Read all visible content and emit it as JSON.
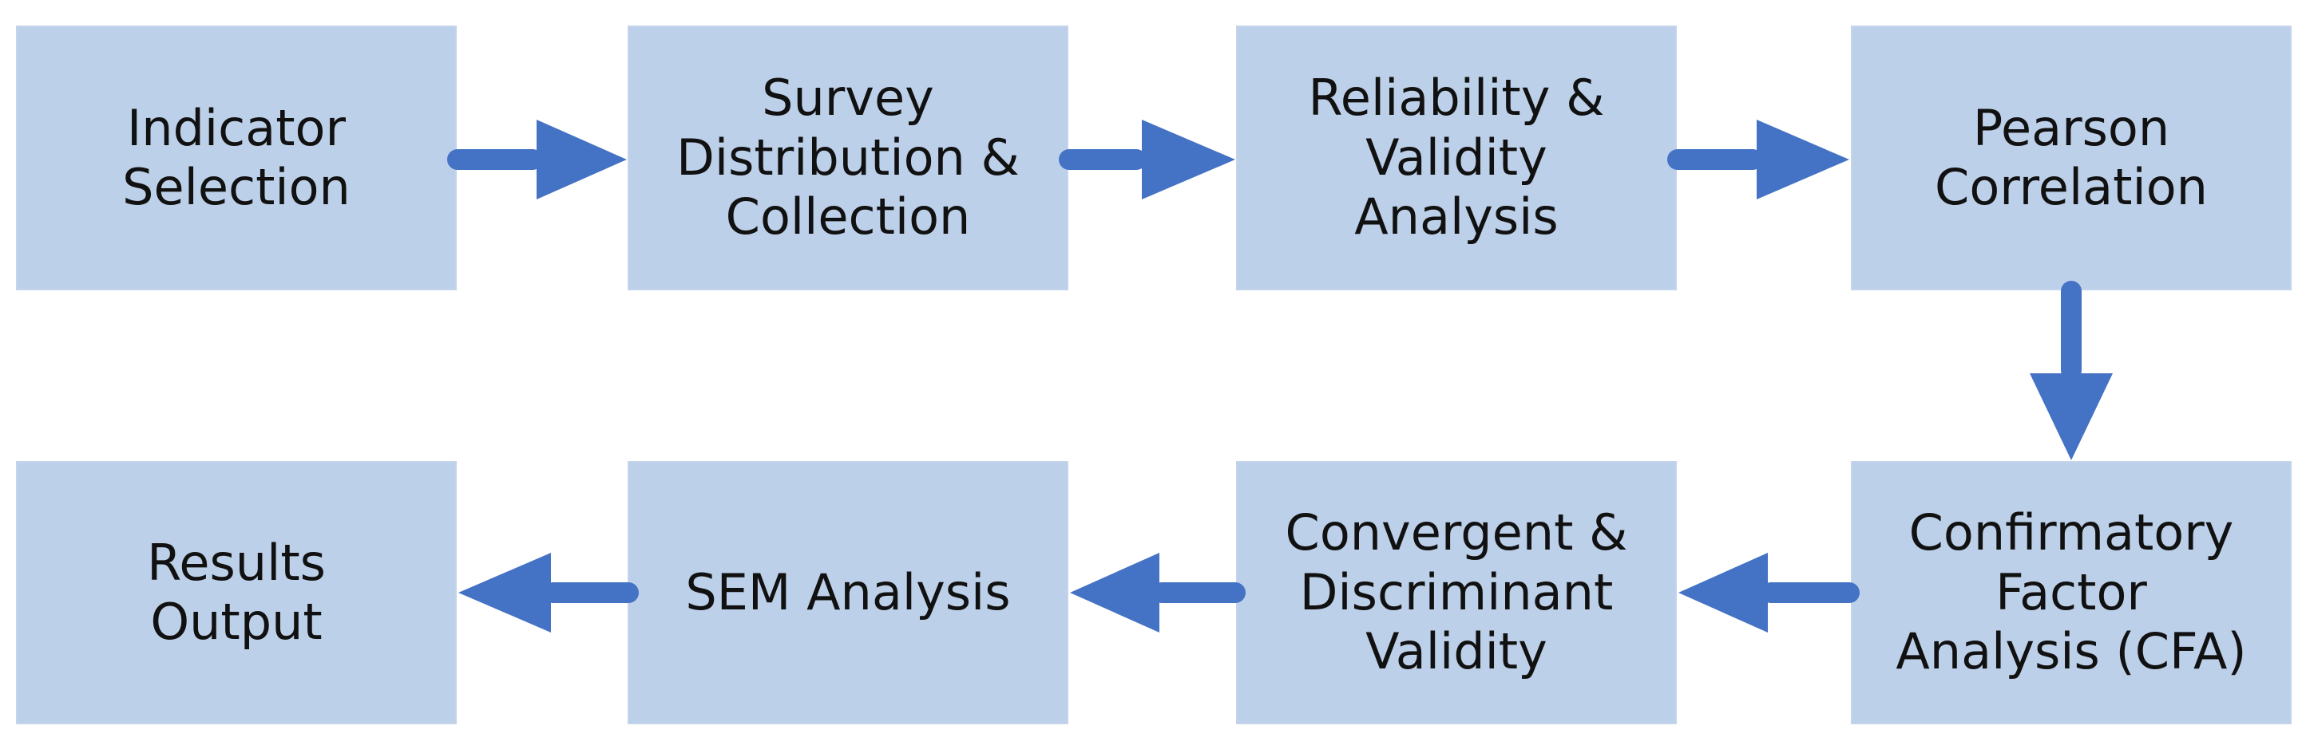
{
  "colors": {
    "box_fill": "#bdd0e9",
    "arrow": "#4472c4",
    "text": "#111111"
  },
  "steps": [
    {
      "label": "Indicator\nSelection"
    },
    {
      "label": "Survey\nDistribution &\nCollection"
    },
    {
      "label": "Reliability &\nValidity\nAnalysis"
    },
    {
      "label": "Pearson\nCorrelation"
    },
    {
      "label": "Confirmatory\nFactor\nAnalysis (CFA)"
    },
    {
      "label": "Convergent &\nDiscriminant\nValidity"
    },
    {
      "label": "SEM Analysis"
    },
    {
      "label": "Results\nOutput"
    }
  ]
}
